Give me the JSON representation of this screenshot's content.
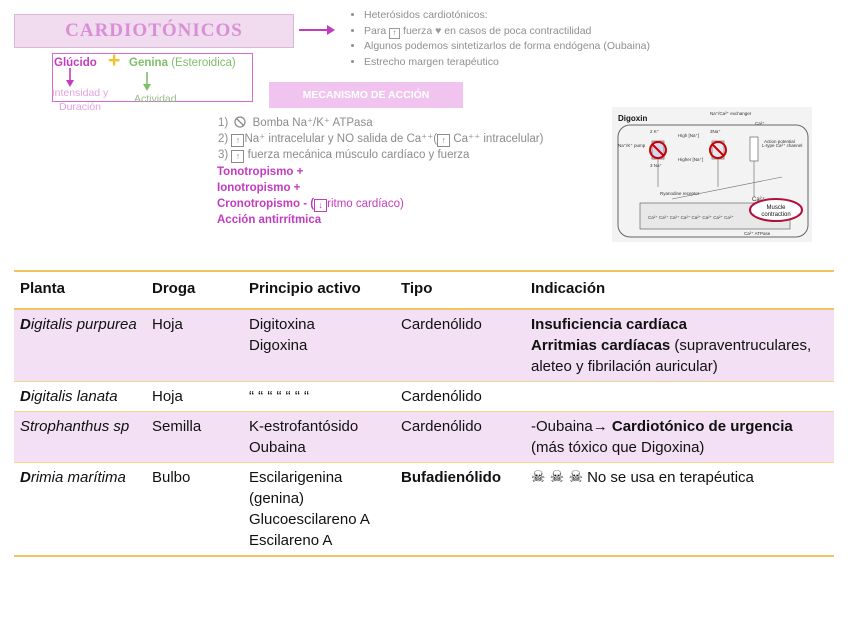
{
  "header": {
    "title": "CARDIOTÓNICOS",
    "bullets": [
      "Heterósidos cardiotónicos:",
      "Para",
      "fuerza",
      "en casos de poca contractilidad",
      "Algunos podemos sintetizarlos de forma endógena (Oubaina)",
      "Estrecho margen terapéutico"
    ]
  },
  "structure": {
    "glucido": "Glúcido",
    "plus": "+",
    "genina": "Genina",
    "genina_note": "(Esteroidica)",
    "glucido_effect": "Intensidad y Duración",
    "genina_effect": "Actividad"
  },
  "mechanism": {
    "box_title": "MECANISMO DE ACCIÓN",
    "step1_num": "1)",
    "step1": "Bomba Na⁺/K⁺ ATPasa",
    "step2_num": "2)",
    "step2a": "Na⁺ intracelular y NO salida de Ca⁺⁺(",
    "step2b": "Ca⁺⁺ intracelular)",
    "step3_num": "3)",
    "step3": "fuerza mecánica músculo cardíaco y fuerza",
    "tono": "Tonotropismo +",
    "iono": "Ionotropismo +",
    "crono_a": "Cronotropismo - (",
    "crono_b": "ritmo cardíaco)",
    "antiarr": "Acción antirrítmica"
  },
  "figure": {
    "title": "Digoxin",
    "labels": [
      "Na⁺/Ca²⁺ exchanger",
      "Ca²⁺",
      "2 K⁺",
      "High [Na⁺]",
      "3Na⁺",
      "Na⁺/K⁺ pump",
      "3 Na⁺",
      "Higher [Na⁺]",
      "L-type Ca²⁺ channel",
      "Action potential",
      "Ryanodine receptor",
      "Ca²⁺",
      "Muscle contraction",
      "Ca²⁺ ATPase"
    ]
  },
  "table": {
    "headers": [
      "Planta",
      "Droga",
      "Principio activo",
      "Tipo",
      "Indicación"
    ],
    "rows": [
      {
        "planta_initial": "D",
        "planta_rest": "igitalis purpurea",
        "droga": "Hoja",
        "principio": [
          "Digitoxina",
          "Digoxina"
        ],
        "tipo": "Cardenólido",
        "ind_bold1": "Insuficiencia cardíaca",
        "ind_bold2": "Arritmias cardíacas",
        "ind_rest": " (supraventruculares, aleteo y fibrilación auricular)"
      },
      {
        "planta_initial": "D",
        "planta_rest": "igitalis lanata",
        "droga": "Hoja",
        "principio": [
          "“ “ “ “ “ “ “"
        ],
        "tipo": "Cardenólido"
      },
      {
        "planta": "Strophanthus sp",
        "droga": "Semilla",
        "principio": [
          "K-estrofantósido",
          "Oubaina"
        ],
        "tipo": "Cardenólido",
        "ind_pre": "-Oubaina→ ",
        "ind_bold": "Cardiotónico de urgencia",
        "ind_rest": "(más tóxico que Digoxina)"
      },
      {
        "planta_initial": "D",
        "planta_rest": "rimia marítima",
        "droga": "Bulbo",
        "principio": [
          "Escilarigenina",
          "(genina)",
          "Glucoescilareno A",
          "Escilareno A"
        ],
        "tipo": "Bufadienólido",
        "ind_icons": "☠ ☠ ☠",
        "ind_rest": "No se usa en terapéutica"
      }
    ]
  }
}
